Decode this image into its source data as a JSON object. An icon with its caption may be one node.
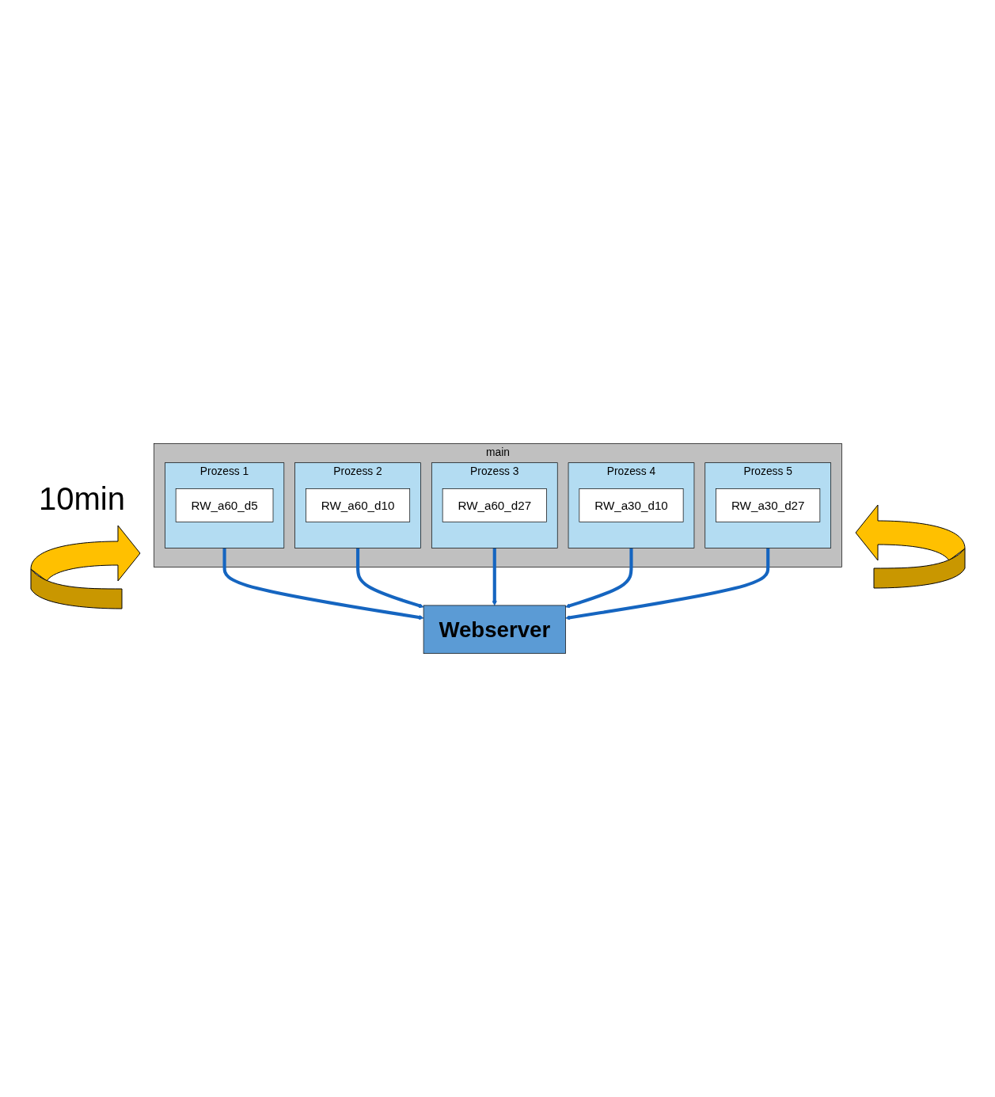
{
  "diagram": {
    "nodes": [
      {
        "text": [
          "main"
        ]
      },
      {
        "text": [
          "Prozess 1"
        ],
        "in": 0
      },
      {
        "text": [
          "RW_a60_d5"
        ],
        "in": 1
      },
      {
        "text": [
          "Prozess 2"
        ],
        "in": 0
      },
      {
        "text": [
          "RW_a60_d10"
        ],
        "in": 3
      },
      {
        "text": [
          "Prozess 3"
        ],
        "in": 0
      },
      {
        "text": [
          "RW_a60_d27"
        ],
        "in": 5
      },
      {
        "text": [
          "Prozess 4"
        ],
        "in": 0
      },
      {
        "text": [
          "RW_a30_d10"
        ],
        "in": 7
      },
      {
        "text": [
          "Prozess 5"
        ],
        "in": 0
      },
      {
        "text": [
          "RW_a30_d27"
        ],
        "in": 9
      },
      {
        "text": [
          "Webserver"
        ]
      }
    ],
    "edges": [
      {
        "from": 1,
        "to": 11,
        "arrow": "to"
      },
      {
        "from": 3,
        "to": 11,
        "arrow": "to"
      },
      {
        "from": 5,
        "to": 11,
        "arrow": "to"
      },
      {
        "from": 7,
        "to": 11,
        "arrow": "to"
      },
      {
        "from": 9,
        "to": 11,
        "arrow": "to"
      }
    ],
    "labels": [
      "10min"
    ]
  }
}
